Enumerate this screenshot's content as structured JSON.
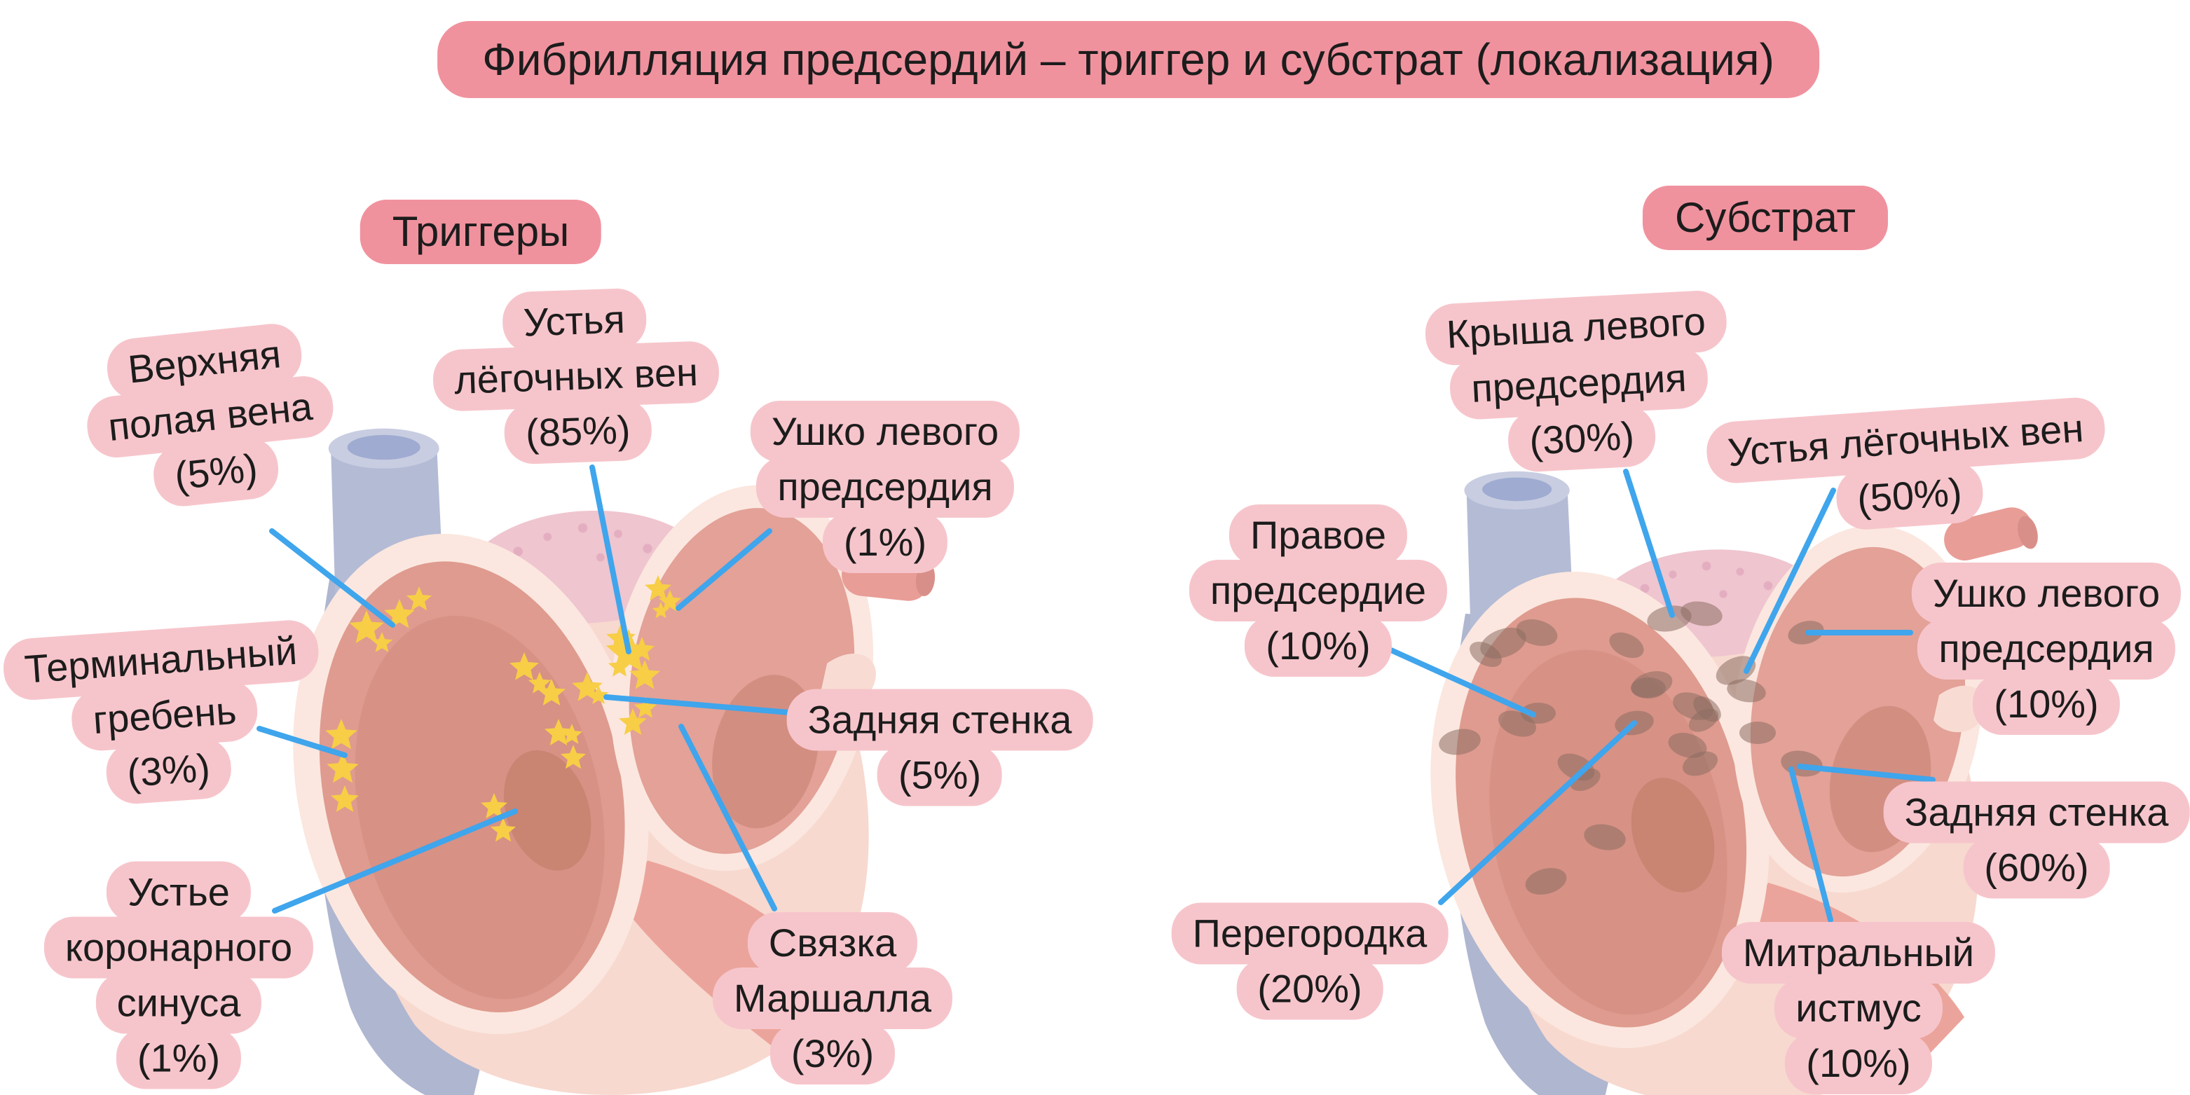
{
  "title": "Фибрилляция предсердий – триггер и субстрат (локализация)",
  "colors": {
    "background": "#FFFFFF",
    "banner_bg": "#F0929E",
    "bubble_bg": "#F6C5CB",
    "text": "#1C1C1C",
    "leader_line": "#3FA5EC",
    "star": "#F7CE46",
    "spot": "#8C6D62"
  },
  "sections": {
    "triggers": {
      "header": "Триггеры",
      "marker_style": "yellow-stars",
      "labels": [
        {
          "name": "superior-vena-cava",
          "lines": [
            "Верхняя",
            "полая вена",
            "(5%)"
          ],
          "value_pct": 5
        },
        {
          "name": "pulmonary-vein-ostia",
          "lines": [
            "Устья",
            "лёгочных вен",
            "(85%)"
          ],
          "value_pct": 85
        },
        {
          "name": "left-atrial-appendage",
          "lines": [
            "Ушко левого",
            "предсердия",
            "(1%)"
          ],
          "value_pct": 1
        },
        {
          "name": "crista-terminalis",
          "lines": [
            "Терминальный",
            "гребень",
            "(3%)"
          ],
          "value_pct": 3
        },
        {
          "name": "posterior-wall",
          "lines": [
            "Задняя стенка",
            "(5%)"
          ],
          "value_pct": 5
        },
        {
          "name": "coronary-sinus-ostium",
          "lines": [
            "Устье",
            "коронарного",
            "синуса",
            "(1%)"
          ],
          "value_pct": 1
        },
        {
          "name": "ligament-of-marshall",
          "lines": [
            "Связка",
            "Маршалла",
            "(3%)"
          ],
          "value_pct": 3
        }
      ]
    },
    "substrate": {
      "header": "Субстрат",
      "marker_style": "brown-fibrosis-spots",
      "labels": [
        {
          "name": "left-atrial-roof",
          "lines": [
            "Крыша левого",
            "предсердия",
            "(30%)"
          ],
          "value_pct": 30
        },
        {
          "name": "pulmonary-vein-ostia",
          "lines": [
            "Устья лёгочных вен",
            "(50%)"
          ],
          "value_pct": 50
        },
        {
          "name": "right-atrium",
          "lines": [
            "Правое",
            "предсердие",
            "(10%)"
          ],
          "value_pct": 10
        },
        {
          "name": "left-atrial-appendage",
          "lines": [
            "Ушко левого",
            "предсердия",
            "(10%)"
          ],
          "value_pct": 10
        },
        {
          "name": "posterior-wall",
          "lines": [
            "Задняя стенка",
            "(60%)"
          ],
          "value_pct": 60
        },
        {
          "name": "septum",
          "lines": [
            "Перегородка",
            "(20%)"
          ],
          "value_pct": 20
        },
        {
          "name": "mitral-isthmus",
          "lines": [
            "Митральный",
            "истмус",
            "(10%)"
          ],
          "value_pct": 10
        }
      ]
    }
  },
  "diagram": {
    "leader_lines": [
      [
        388,
        758,
        560,
        892
      ],
      [
        845,
        667,
        897,
        930
      ],
      [
        1098,
        758,
        968,
        868
      ],
      [
        370,
        1040,
        492,
        1078
      ],
      [
        1138,
        1018,
        865,
        995
      ],
      [
        392,
        1300,
        735,
        1158
      ],
      [
        1105,
        1297,
        972,
        1037
      ],
      [
        2320,
        673,
        2386,
        878
      ],
      [
        2616,
        700,
        2492,
        958
      ],
      [
        1985,
        928,
        2188,
        1020
      ],
      [
        2726,
        903,
        2580,
        903
      ],
      [
        2758,
        1113,
        2568,
        1094
      ],
      [
        2056,
        1288,
        2332,
        1032
      ],
      [
        2612,
        1313,
        2556,
        1098
      ]
    ],
    "trigger_markers": [
      [
        523,
        897,
        26
      ],
      [
        570,
        878,
        23
      ],
      [
        598,
        856,
        19
      ],
      [
        545,
        918,
        16
      ],
      [
        487,
        1050,
        24
      ],
      [
        489,
        1098,
        24
      ],
      [
        492,
        1142,
        21
      ],
      [
        705,
        1152,
        20
      ],
      [
        718,
        1186,
        19
      ],
      [
        748,
        953,
        22
      ],
      [
        770,
        976,
        17
      ],
      [
        787,
        990,
        21
      ],
      [
        838,
        982,
        23
      ],
      [
        854,
        993,
        15
      ],
      [
        886,
        912,
        22
      ],
      [
        916,
        928,
        19
      ],
      [
        884,
        952,
        17
      ],
      [
        920,
        965,
        23
      ],
      [
        903,
        1032,
        21
      ],
      [
        921,
        1011,
        17
      ],
      [
        797,
        1047,
        21
      ],
      [
        816,
        1049,
        16
      ],
      [
        818,
        1082,
        19
      ],
      [
        939,
        841,
        20
      ],
      [
        956,
        859,
        17
      ],
      [
        943,
        872,
        13
      ],
      [
        897,
        932,
        34
      ]
    ],
    "substrate_markers": [
      [
        2145,
        918,
        -20,
        34,
        20
      ],
      [
        2193,
        903,
        15,
        30,
        18
      ],
      [
        2120,
        934,
        30,
        25,
        15
      ],
      [
        2382,
        883,
        -10,
        32,
        18
      ],
      [
        2428,
        876,
        10,
        30,
        17
      ],
      [
        2321,
        921,
        25,
        26,
        16
      ],
      [
        2357,
        977,
        -15,
        30,
        18
      ],
      [
        2416,
        1008,
        20,
        30,
        18
      ],
      [
        2477,
        957,
        -25,
        30,
        18
      ],
      [
        2492,
        986,
        10,
        28,
        16
      ],
      [
        2508,
        1046,
        0,
        26,
        16
      ],
      [
        2436,
        1012,
        40,
        23,
        14
      ],
      [
        2431,
        1028,
        -30,
        23,
        14
      ],
      [
        2408,
        1064,
        15,
        28,
        17
      ],
      [
        2426,
        1090,
        -20,
        26,
        16
      ],
      [
        2571,
        1090,
        10,
        30,
        18
      ],
      [
        2577,
        903,
        -15,
        26,
        16
      ],
      [
        2165,
        1033,
        20,
        28,
        17
      ],
      [
        2083,
        1059,
        -10,
        30,
        18
      ],
      [
        2249,
        1095,
        25,
        28,
        17
      ],
      [
        2262,
        1113,
        -25,
        23,
        14
      ],
      [
        2290,
        1195,
        10,
        30,
        18
      ],
      [
        2206,
        1258,
        -15,
        30,
        18
      ],
      [
        2352,
        982,
        0,
        25,
        15
      ],
      [
        2332,
        1032,
        -10,
        28,
        17
      ],
      [
        2195,
        1018,
        0,
        25,
        15
      ]
    ]
  }
}
